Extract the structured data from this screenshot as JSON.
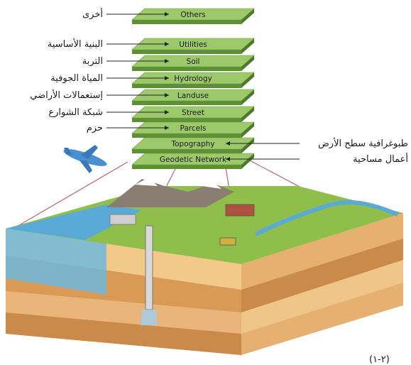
{
  "layers": [
    {
      "label": "Others",
      "arabic": "أخرى"
    },
    {
      "label": "Utilities",
      "arabic": "البنية الأساسية"
    },
    {
      "label": "Soil",
      "arabic": "التربة"
    },
    {
      "label": "Hydrology",
      "arabic": "المياة الجوفية"
    },
    {
      "label": "Landuse",
      "arabic": "إستعمالات الأراضي"
    },
    {
      "label": "Street",
      "arabic": "شبكة الشوارع"
    },
    {
      "label": "Parcels",
      "arabic": "حزم"
    },
    {
      "label": "Topography",
      "arabic": "طبوغرافية سطح الأرض"
    },
    {
      "label": "Geodetic Network",
      "arabic": "أعمال مساحية"
    }
  ],
  "figure_number": "(٢-١)",
  "colors": {
    "layer_top": "#9cc96a",
    "layer_side": "#5e8f34",
    "sea": "#6fb8dd",
    "soil1": "#f3c98a",
    "soil2": "#d99a55",
    "soil3": "#c98a4a",
    "grass": "#8fbf4a",
    "mountain": "#8a7d72",
    "plane": "#4a8fd0",
    "guide": "#c0607a"
  }
}
